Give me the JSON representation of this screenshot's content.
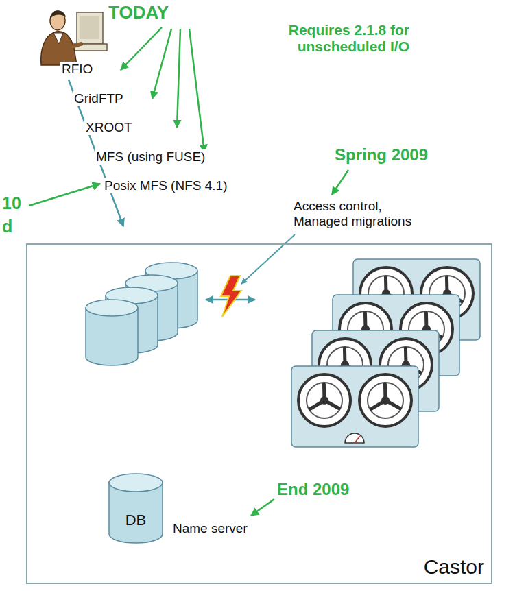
{
  "diagram": {
    "nodes": [
      {
        "text": [
          "Castor"
        ]
      },
      {
        "text": [
          "DB"
        ],
        "in": 0
      }
    ],
    "labels": [
      "TODAY",
      "Requires 2.1.8 for unscheduled I/O",
      "RFIO",
      "GridFTP",
      "XROOT",
      "MFS (using FUSE)",
      "Posix MFS (NFS 4.1)",
      "10",
      "d",
      "Spring 2009",
      "Access control, Managed migrations",
      "End 2009",
      "Name server"
    ]
  }
}
